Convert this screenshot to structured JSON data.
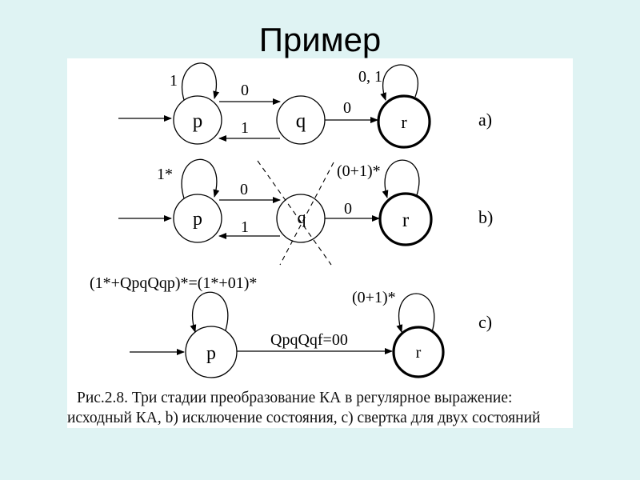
{
  "slide": {
    "title": "Пример"
  },
  "diagram_a": {
    "panel_label": "a)",
    "state_p": "p",
    "state_q": "q",
    "state_r": "r",
    "loop_p_label": "1",
    "edge_pq_label": "0",
    "edge_qp_label": "1",
    "edge_qr_label": "0",
    "loop_r_label": "0, 1"
  },
  "diagram_b": {
    "panel_label": "b)",
    "state_p": "p",
    "state_q": "q",
    "state_r": "r",
    "loop_p_label": "1*",
    "edge_pq_label": "0",
    "edge_qp_label": "1",
    "edge_qr_label": "0",
    "loop_r_label": "(0+1)*"
  },
  "diagram_c": {
    "panel_label": "c)",
    "state_p": "p",
    "state_r": "r",
    "loop_p_label": "(1*+QpqQqp)*=(1*+01)*",
    "edge_pr_label": "QpqQqf=00",
    "loop_r_label": "(0+1)*"
  },
  "caption": {
    "line1": "Рис.2.8. Три стадии преобразование КА в регулярное выражение:",
    "line2": "исходный КА, b) исключение состояния, c) свертка для двух состояний"
  }
}
